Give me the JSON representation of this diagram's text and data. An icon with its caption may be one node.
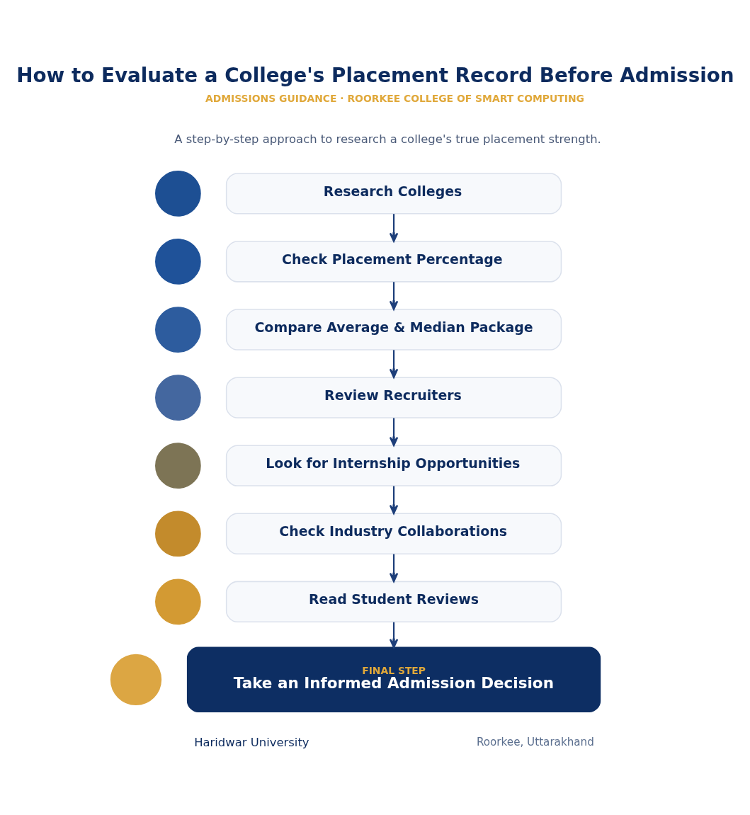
{
  "diagram": {
    "title": "How to Evaluate a College's Placement Record Before Admission",
    "nodes": [
      {
        "text": [],
        "shape": "circle"
      },
      {
        "text": [
          "Research Colleges"
        ]
      },
      {
        "text": [],
        "shape": "circle"
      },
      {
        "text": [
          "Check Placement Percentage"
        ]
      },
      {
        "text": [],
        "shape": "circle"
      },
      {
        "text": [
          "Compare Average & Median Package"
        ]
      },
      {
        "text": [],
        "shape": "circle"
      },
      {
        "text": [
          "Review Recruiters"
        ]
      },
      {
        "text": [],
        "shape": "circle"
      },
      {
        "text": [
          "Look for Internship Opportunities"
        ]
      },
      {
        "text": [],
        "shape": "circle"
      },
      {
        "text": [
          "Check Industry Collaborations"
        ]
      },
      {
        "text": [],
        "shape": "circle"
      },
      {
        "text": [
          "Read Student Reviews"
        ]
      },
      {
        "text": [],
        "shape": "circle"
      },
      {
        "text": [
          "FINAL STEP",
          "Take an Informed Admission Decision"
        ]
      }
    ],
    "edges": [
      {
        "from": 1,
        "to": 3,
        "arrow": "to"
      },
      {
        "from": 3,
        "to": 5,
        "arrow": "to"
      },
      {
        "from": 5,
        "to": 7,
        "arrow": "to"
      },
      {
        "from": 7,
        "to": 9,
        "arrow": "to"
      },
      {
        "from": 9,
        "to": 11,
        "arrow": "to"
      },
      {
        "from": 11,
        "to": 13,
        "arrow": "to"
      },
      {
        "from": 13,
        "to": 15,
        "arrow": "to"
      }
    ],
    "labels": [
      "ADMISSIONS GUIDANCE · ROORKEE COLLEGE OF SMART COMPUTING",
      "A step-by-step approach to research a college's true placement strength.",
      "Haridwar University",
      "Roorkee, Uttarakhand"
    ]
  }
}
